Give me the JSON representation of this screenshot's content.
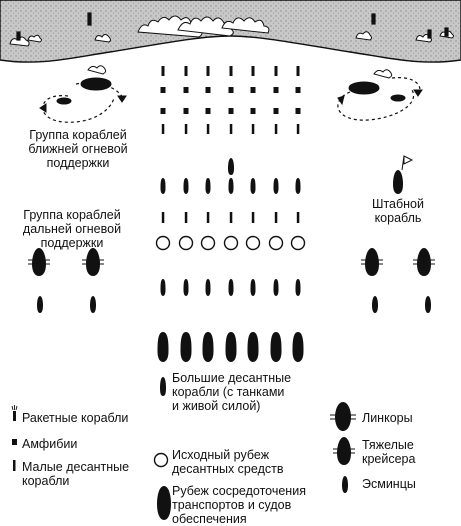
{
  "labels": {
    "close_support": "Группа кораблей\nближней огневой\nподдержки",
    "distant_support": "Группа кораблей\nдальней огневой\nподдержки",
    "flagship": "Штабной\nкорабль"
  },
  "legend": {
    "rocket_ships": "Ракетные корабли",
    "amphibians": "Амфибии",
    "small_landing": "Малые десантные\nкорабли",
    "large_landing": "Большие десантные\nкорабли (с танками\nи живой силой)",
    "start_line": "Исходный рубеж\nдесантных средств",
    "concentration_line": "Рубеж сосредоточения\nтранспортов и судов\nобеспечения",
    "battleships": "Линкоры",
    "heavy_cruisers": "Тяжелые\nкрейсера",
    "destroyers": "Эсминцы"
  },
  "colors": {
    "ink": "#111111",
    "shore": "#bdbdbd"
  }
}
